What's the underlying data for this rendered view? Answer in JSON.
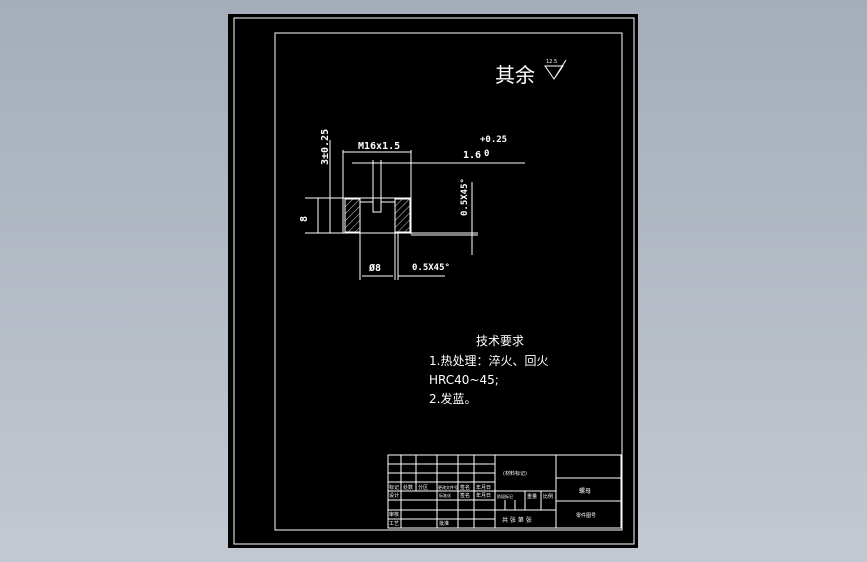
{
  "drawing": {
    "surface_note": "其余",
    "roughness_value": "12.5",
    "dimensions": {
      "thread": "M16x1.5",
      "height_tol": "3±0.25",
      "slot_width": "1.6",
      "slot_tol_upper": "+0.25",
      "slot_tol_lower": "0",
      "height": "8",
      "chamfer_right": "0.5X45°",
      "bore": "Ø8",
      "chamfer_bottom": "0.5X45°"
    },
    "tech_requirements": {
      "title": "技术要求",
      "lines": [
        "1.热处理：淬火、回火",
        "HRC40~45;",
        "2.发蓝。"
      ]
    },
    "title_block": {
      "material_label": "(材料标记)",
      "row_headers": [
        "标记",
        "处数",
        "分区",
        "更改文件号",
        "签名",
        "年月日"
      ],
      "design_row": [
        "设计",
        "标准化",
        "签名",
        "年月日"
      ],
      "stage_labels": [
        "阶段标记",
        "重量",
        "比例"
      ],
      "review": "审核",
      "process": "工艺",
      "approve": "批准",
      "sheets": "共 张 第 张",
      "part_name": "螺母",
      "drawing_number": "零件图号"
    }
  },
  "colors": {
    "background": "#a9b2be",
    "canvas": "#000000",
    "lines": "#ffffff"
  }
}
